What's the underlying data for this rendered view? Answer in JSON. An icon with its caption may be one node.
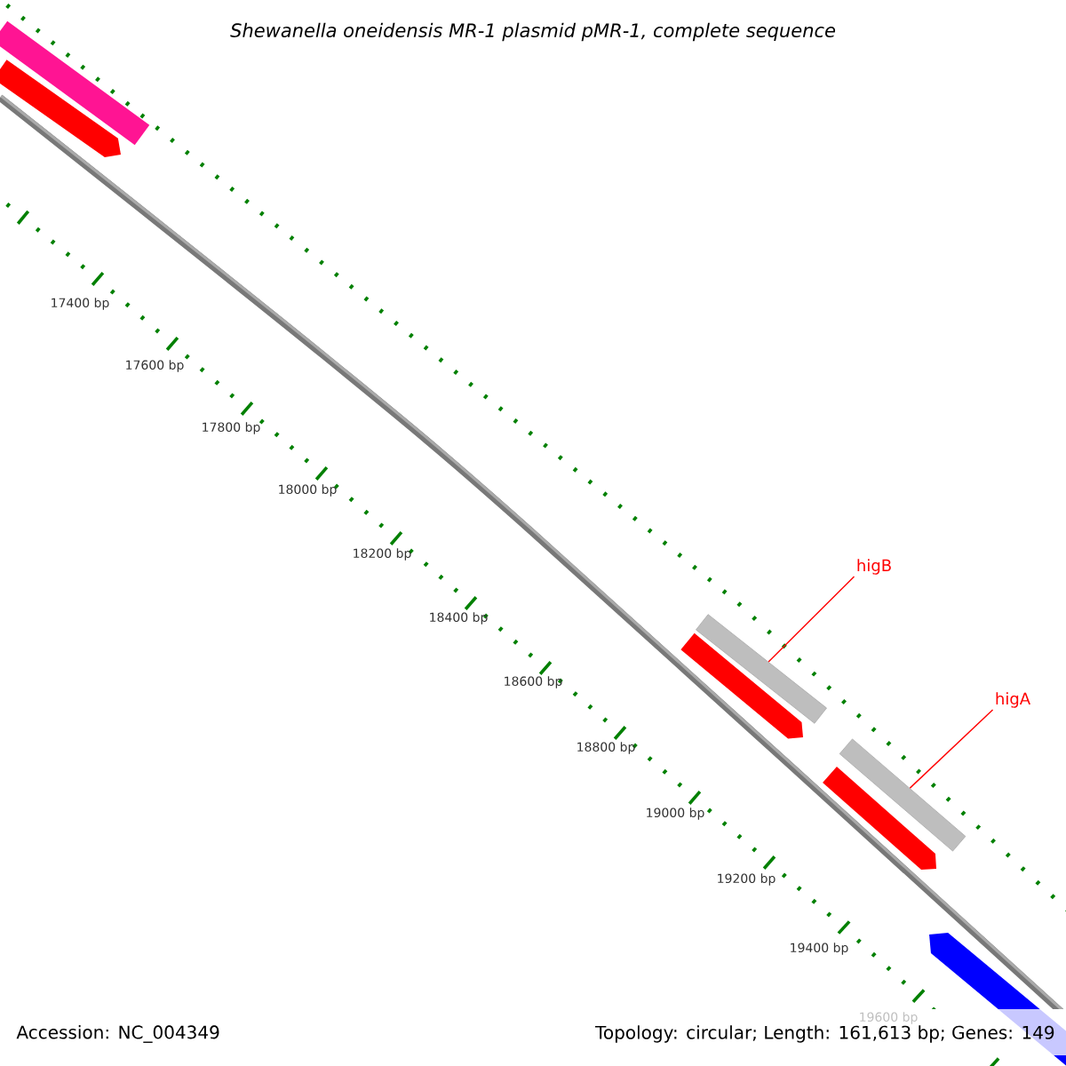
{
  "diagram": {
    "title": "Shewanella oneidensis MR-1 plasmid pMR-1, complete sequence",
    "nodes": [
      {
        "text": [
          "higB"
        ]
      },
      {
        "text": [],
        "shape": "bar"
      },
      {
        "text": [
          "higA"
        ]
      },
      {
        "text": [],
        "shape": "bar"
      }
    ],
    "edges": [
      {
        "from": 0,
        "to": 1,
        "arrow": "none"
      },
      {
        "from": 2,
        "to": 3,
        "arrow": "none"
      }
    ],
    "labels": [
      "17400 bp",
      "17600 bp",
      "17800 bp",
      "18000 bp",
      "18200 bp",
      "18400 bp",
      "18600 bp",
      "18800 bp",
      "19000 bp",
      "19200 bp",
      "19400 bp",
      "19600 bp",
      "Accession: NC_004349",
      "Topology: circular; Length: 161,613 bp; Genes: 149"
    ]
  }
}
